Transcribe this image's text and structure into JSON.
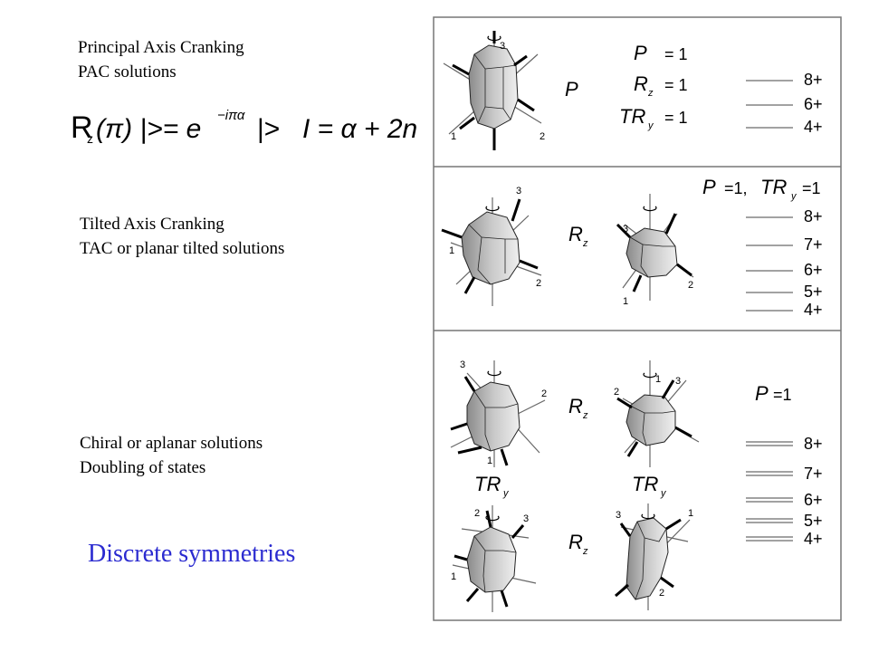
{
  "left": {
    "pac": {
      "line1": "Principal Axis Cranking",
      "line2": "PAC solutions"
    },
    "formula": {
      "lhs": "R",
      "sub": "z",
      "mid": "(π) |>= e",
      "exp": "−iπα",
      "rhs": "|>",
      "eq2": "I = α + 2n"
    },
    "tac": {
      "line1": "Tilted Axis Cranking",
      "line2": "TAC or planar tilted solutions"
    },
    "chiral": {
      "line1": "Chiral or aplanar solutions",
      "line2": "Doubling of states"
    },
    "title": "Discrete symmetries",
    "title_color": "#2b2bd0"
  },
  "panels": {
    "pac": {
      "axes": [
        "1",
        "2",
        "3"
      ],
      "symbol": "P",
      "eq": [
        {
          "sym": "P",
          "sub": "",
          "val": "= 1"
        },
        {
          "sym": "R",
          "sub": "z",
          "val": "= 1"
        },
        {
          "sym": "TR",
          "sub": "y",
          "val": "= 1"
        }
      ],
      "levels": [
        "8+",
        "6+",
        "4+"
      ]
    },
    "tac": {
      "axes_a": [
        "1",
        "2",
        "3"
      ],
      "axes_b": [
        "1",
        "2",
        "3"
      ],
      "between": {
        "sym": "R",
        "sub": "z"
      },
      "eq": {
        "p": "P",
        "p_val": "=1,",
        "tr": "TR",
        "tr_sub": "y",
        "tr_val": "=1"
      },
      "levels": [
        "8+",
        "7+",
        "6+",
        "5+",
        "4+"
      ]
    },
    "chiral": {
      "axes_tl": [
        "1",
        "2",
        "3"
      ],
      "axes_tr": [
        "1",
        "2",
        "3"
      ],
      "axes_bl": [
        "1",
        "2",
        "3"
      ],
      "axes_br": [
        "1",
        "2",
        "3"
      ],
      "rz_top": {
        "sym": "R",
        "sub": "z"
      },
      "rz_bottom": {
        "sym": "R",
        "sub": "z"
      },
      "tr_left": {
        "sym": "TR",
        "sub": "y"
      },
      "tr_right": {
        "sym": "TR",
        "sub": "y"
      },
      "eq": {
        "p": "P",
        "val": "=1"
      },
      "levels": [
        "8+",
        "7+",
        "6+",
        "5+",
        "4+"
      ]
    }
  }
}
